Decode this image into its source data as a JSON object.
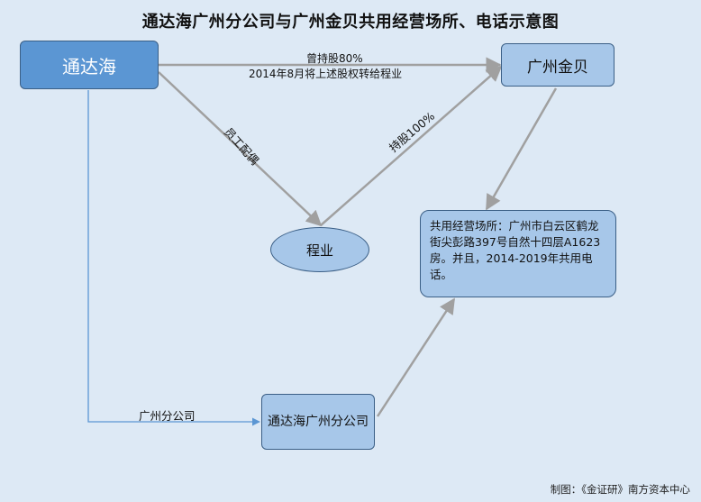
{
  "title": "通达海广州分公司与广州金贝共用经营场所、电话示意图",
  "nodes": {
    "tongdahai": "通达海",
    "guangzhou_jinbei": "广州金贝",
    "chengye": "程业",
    "shared_place": "共用经营场所：广州市白云区鹤龙街尖彭路397号自然十四层A1623房。并且，2014-2019年共用电话。",
    "branch": "通达海广州分公司"
  },
  "edges": {
    "former_holding": "曾持股80%",
    "transfer_2014": "2014年8月将上述股权转给程业",
    "staff_spouse": "员工配偶",
    "holding_100": "持股100%",
    "branch_label": "广州分公司"
  },
  "credit": "制图：《金证研》南方资本中心",
  "colors": {
    "background": "#dde9f5",
    "primary_node": "#5b96d3",
    "secondary_node": "#a7c7e9",
    "arrow_gray": "#a0a0a0",
    "arrow_blue": "#5b96d3"
  }
}
